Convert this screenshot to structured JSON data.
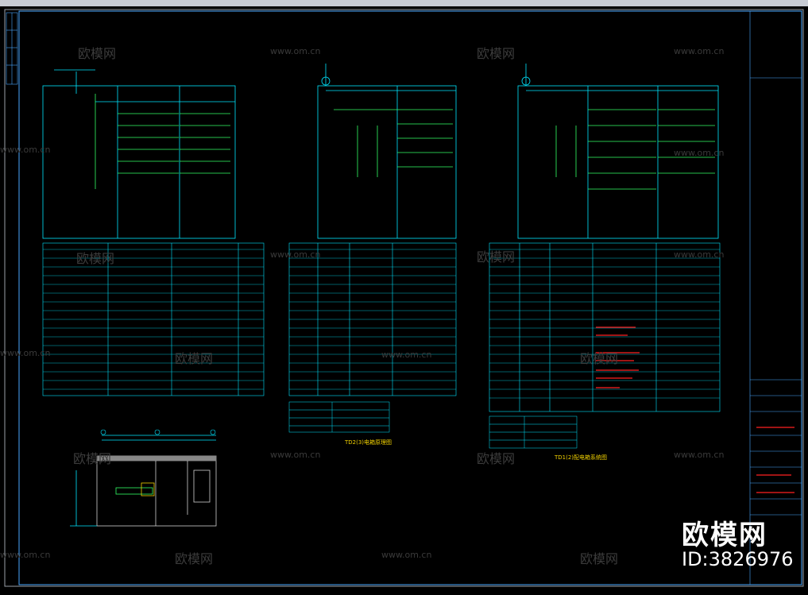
{
  "watermarks": {
    "site": "www.om.cn",
    "cn": "欧模网",
    "site_short": "www.om.cn"
  },
  "brand": {
    "name": "欧模网",
    "id_label": "ID:3826976"
  },
  "panels": [
    {
      "caption": "TD2(3)电箱原理图"
    },
    {
      "caption": "TD1(2)配电箱系统图"
    }
  ],
  "colors": {
    "background": "#000000",
    "line_cyan": "#00e5ff",
    "line_green": "#33ff66",
    "highlight_red": "#ff2020",
    "highlight_yellow": "#f0d000",
    "frame_white": "#d0d0d0"
  }
}
